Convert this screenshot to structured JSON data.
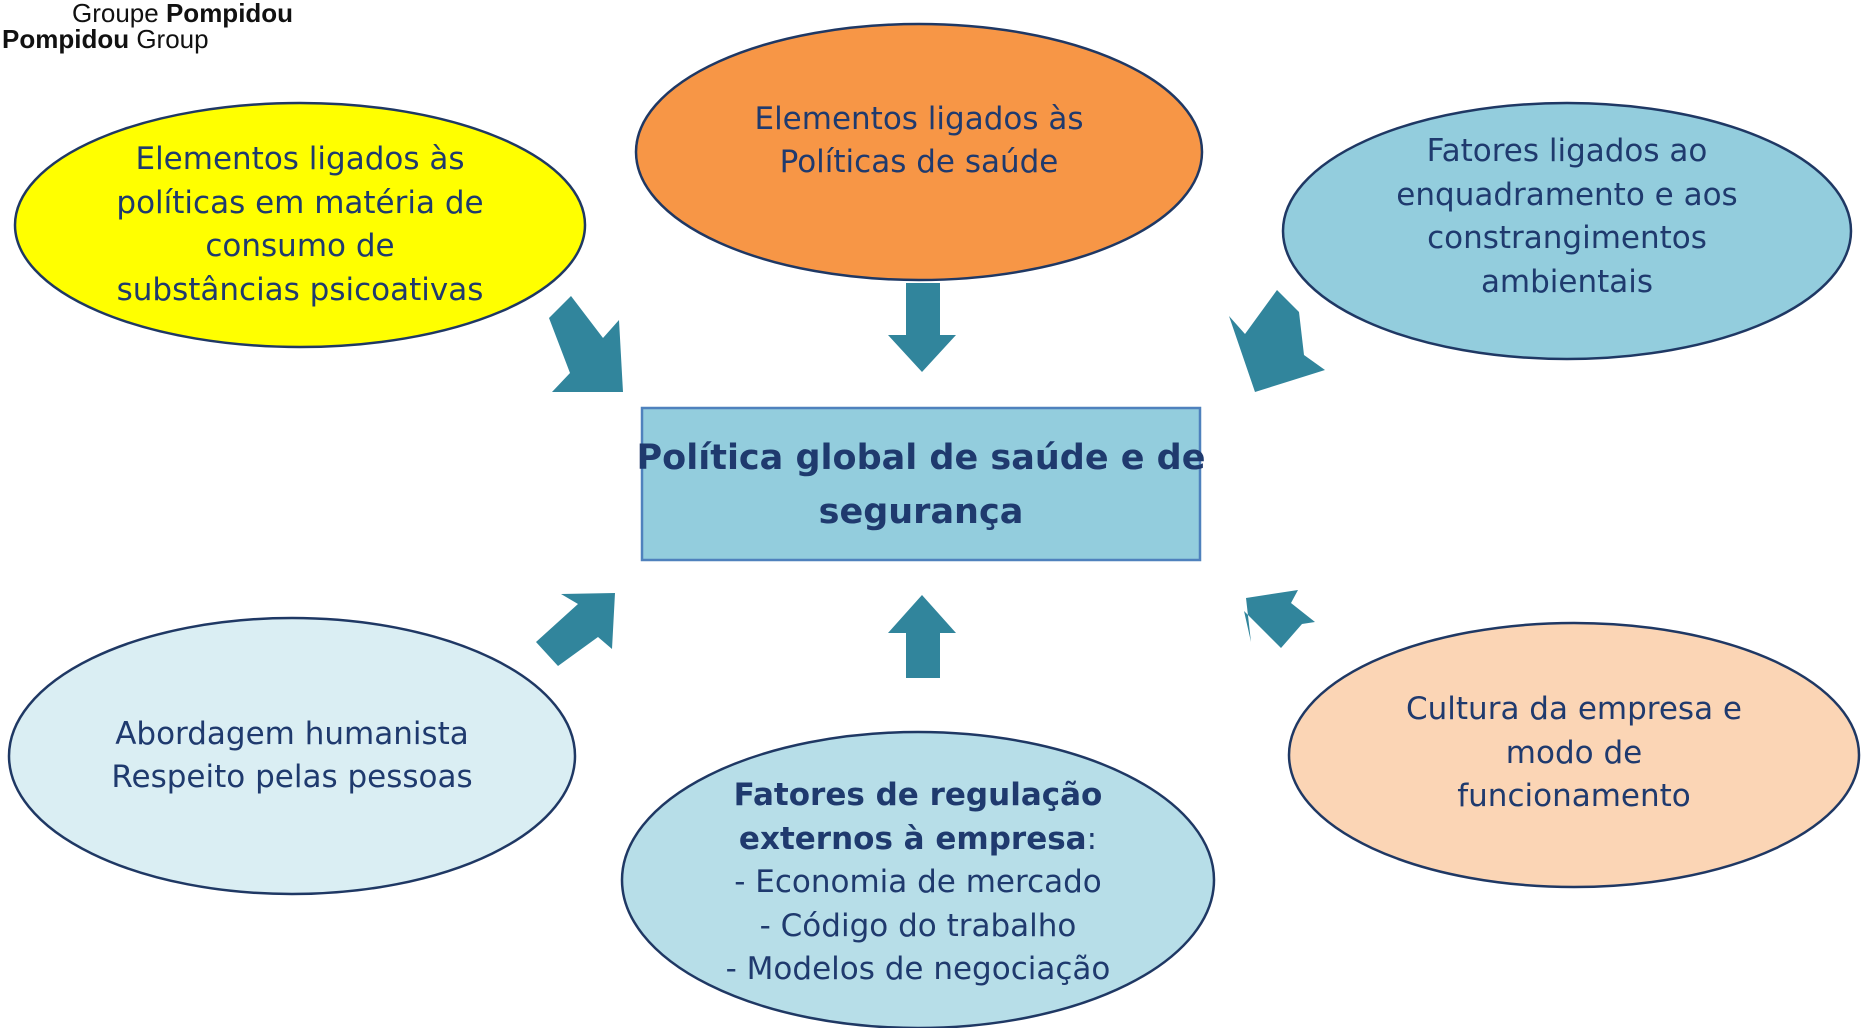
{
  "logo": {
    "line1_prefix": "Groupe",
    "line1_bold": "Pompidou",
    "line2_bold": "Pompidou",
    "line2_suffix": "Group"
  },
  "center": {
    "lines": [
      "Política global de saúde e de",
      "segurança"
    ]
  },
  "nodes": {
    "yellow": {
      "lines": [
        "Elementos ligados às",
        "políticas em matéria de",
        "consumo de",
        "substâncias psicoativas"
      ]
    },
    "orange": {
      "lines": [
        "Elementos ligados às",
        "Políticas de saúde"
      ]
    },
    "blue_right": {
      "lines": [
        "Fatores ligados ao",
        "enquadramento e aos",
        "constrangimentos",
        "ambientais"
      ]
    },
    "left_bottom": {
      "lines": [
        "Abordagem humanista",
        "Respeito pelas pessoas"
      ]
    },
    "bottom": {
      "bold_line1": "Fatores de regulação",
      "bold_line2": "externos à empresa",
      "colon": ":",
      "items": [
        "- Economia de mercado",
        "- Código do trabalho",
        "- Modelos de negociação"
      ]
    },
    "peach": {
      "lines": [
        "Cultura da empresa e",
        "modo de",
        "funcionamento"
      ]
    }
  },
  "colors": {
    "yellow_fill": "#FFFF00",
    "orange_fill": "#F79646",
    "blue_fill": "#93CDDD",
    "light_blue_fill": "#DAEEF3",
    "bottom_fill": "#B7DEE8",
    "peach_fill": "#FBD5B5",
    "center_fill": "#93CDDD",
    "arrow_fill": "#31859C",
    "outline": "#1F3864",
    "text": "#1F3A6E"
  }
}
